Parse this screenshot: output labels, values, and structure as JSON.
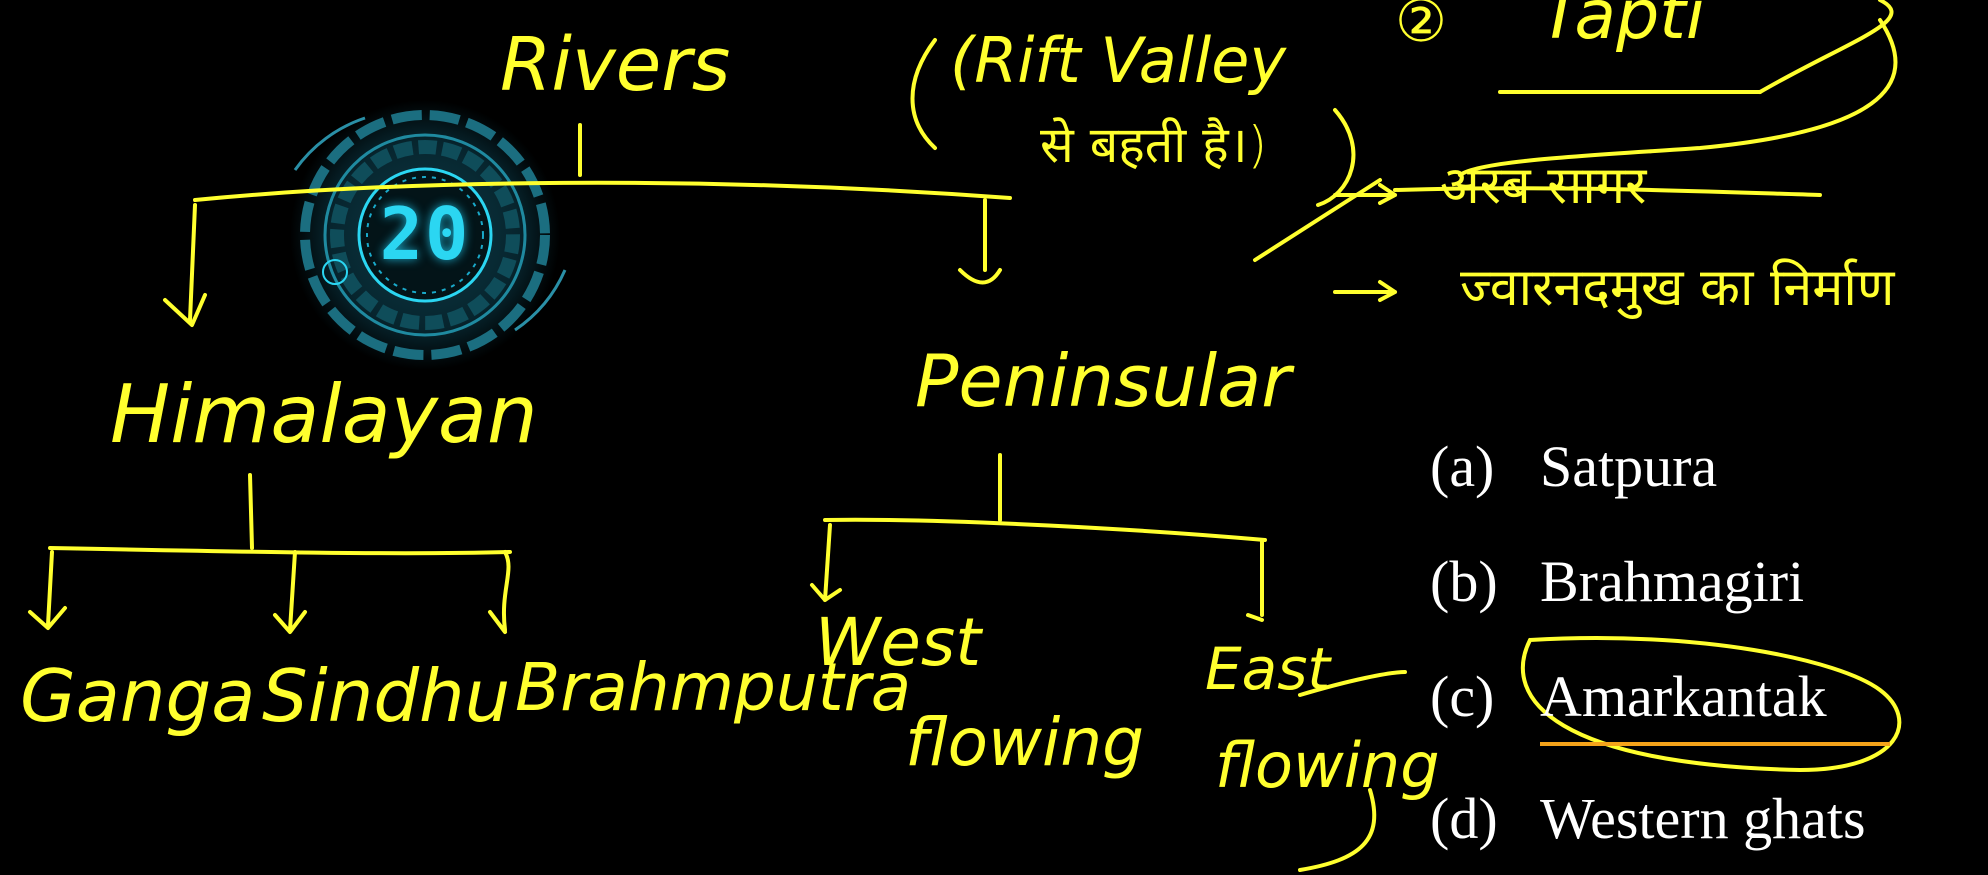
{
  "timer": {
    "value": "20",
    "color": "#2bd6f2"
  },
  "ink_color": "#ffff2e",
  "handwriting": {
    "rivers": "Rivers",
    "rift_valley": "(Rift Valley",
    "se_bahti_hai": "से बहती है।)",
    "number_two": "②",
    "tapti": "Tapti",
    "arab_sagar": "अरब सागर",
    "estuary": "ज्वारनदमुख का निर्माण",
    "himalayan": "Himalayan",
    "peninsular": "Peninsular",
    "ganga": "Ganga",
    "sindhu": "Sindhu",
    "brahmputra": "Brahmputra",
    "west_flowing": [
      "West",
      "flowing"
    ],
    "east_flowing": [
      "East",
      "flowing"
    ]
  },
  "options": [
    {
      "letter": "(a)",
      "text": "Satpura"
    },
    {
      "letter": "(b)",
      "text": "Brahmagiri"
    },
    {
      "letter": "(c)",
      "text": "Amarkantak"
    },
    {
      "letter": "(d)",
      "text": "Western ghats"
    }
  ],
  "highlight": {
    "option": "(c)",
    "underline_color": "#f5a31a"
  }
}
